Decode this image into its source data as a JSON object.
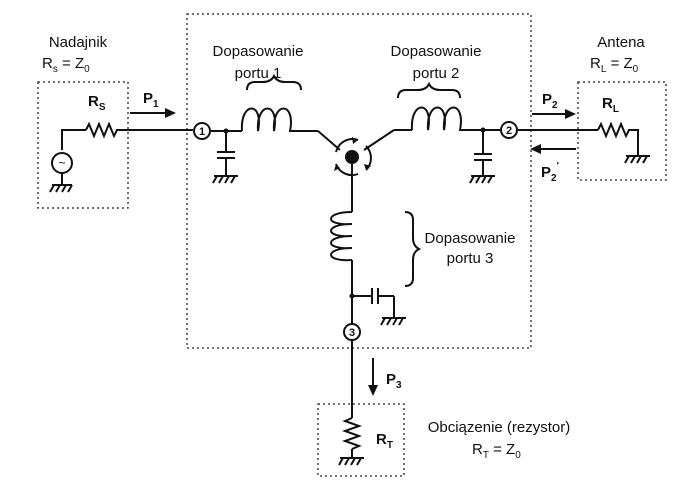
{
  "transmitter": {
    "title": "Nadajnik",
    "eq": "= Z",
    "R": "R",
    "Rsub": "s",
    "Zsub": "0",
    "resistor": "R",
    "resistor_sub": "S"
  },
  "antenna": {
    "title": "Antena",
    "eq": "= Z",
    "R": "R",
    "Rsub": "L",
    "Zsub": "0",
    "resistor": "R",
    "resistor_sub": "L"
  },
  "load": {
    "title": "Obciązenie (rezystor)",
    "eq": "= Z",
    "R": "R",
    "Rsub": "T",
    "Zsub": "0",
    "resistor": "R",
    "resistor_sub": "T"
  },
  "matching": {
    "port1": [
      "Dopasowanie",
      "portu 1"
    ],
    "port2": [
      "Dopasowanie",
      "portu 2"
    ],
    "port3": [
      "Dopasowanie",
      "portu 3"
    ]
  },
  "powers": {
    "p1": {
      "main": "P",
      "sub": "1"
    },
    "p2": {
      "main": "P",
      "sub": "2"
    },
    "p2r": {
      "main": "P",
      "sub": "2",
      "sup": "'"
    },
    "p3": {
      "main": "P",
      "sub": "3"
    }
  },
  "ports": [
    "1",
    "2",
    "3"
  ],
  "source_symbol": "~"
}
